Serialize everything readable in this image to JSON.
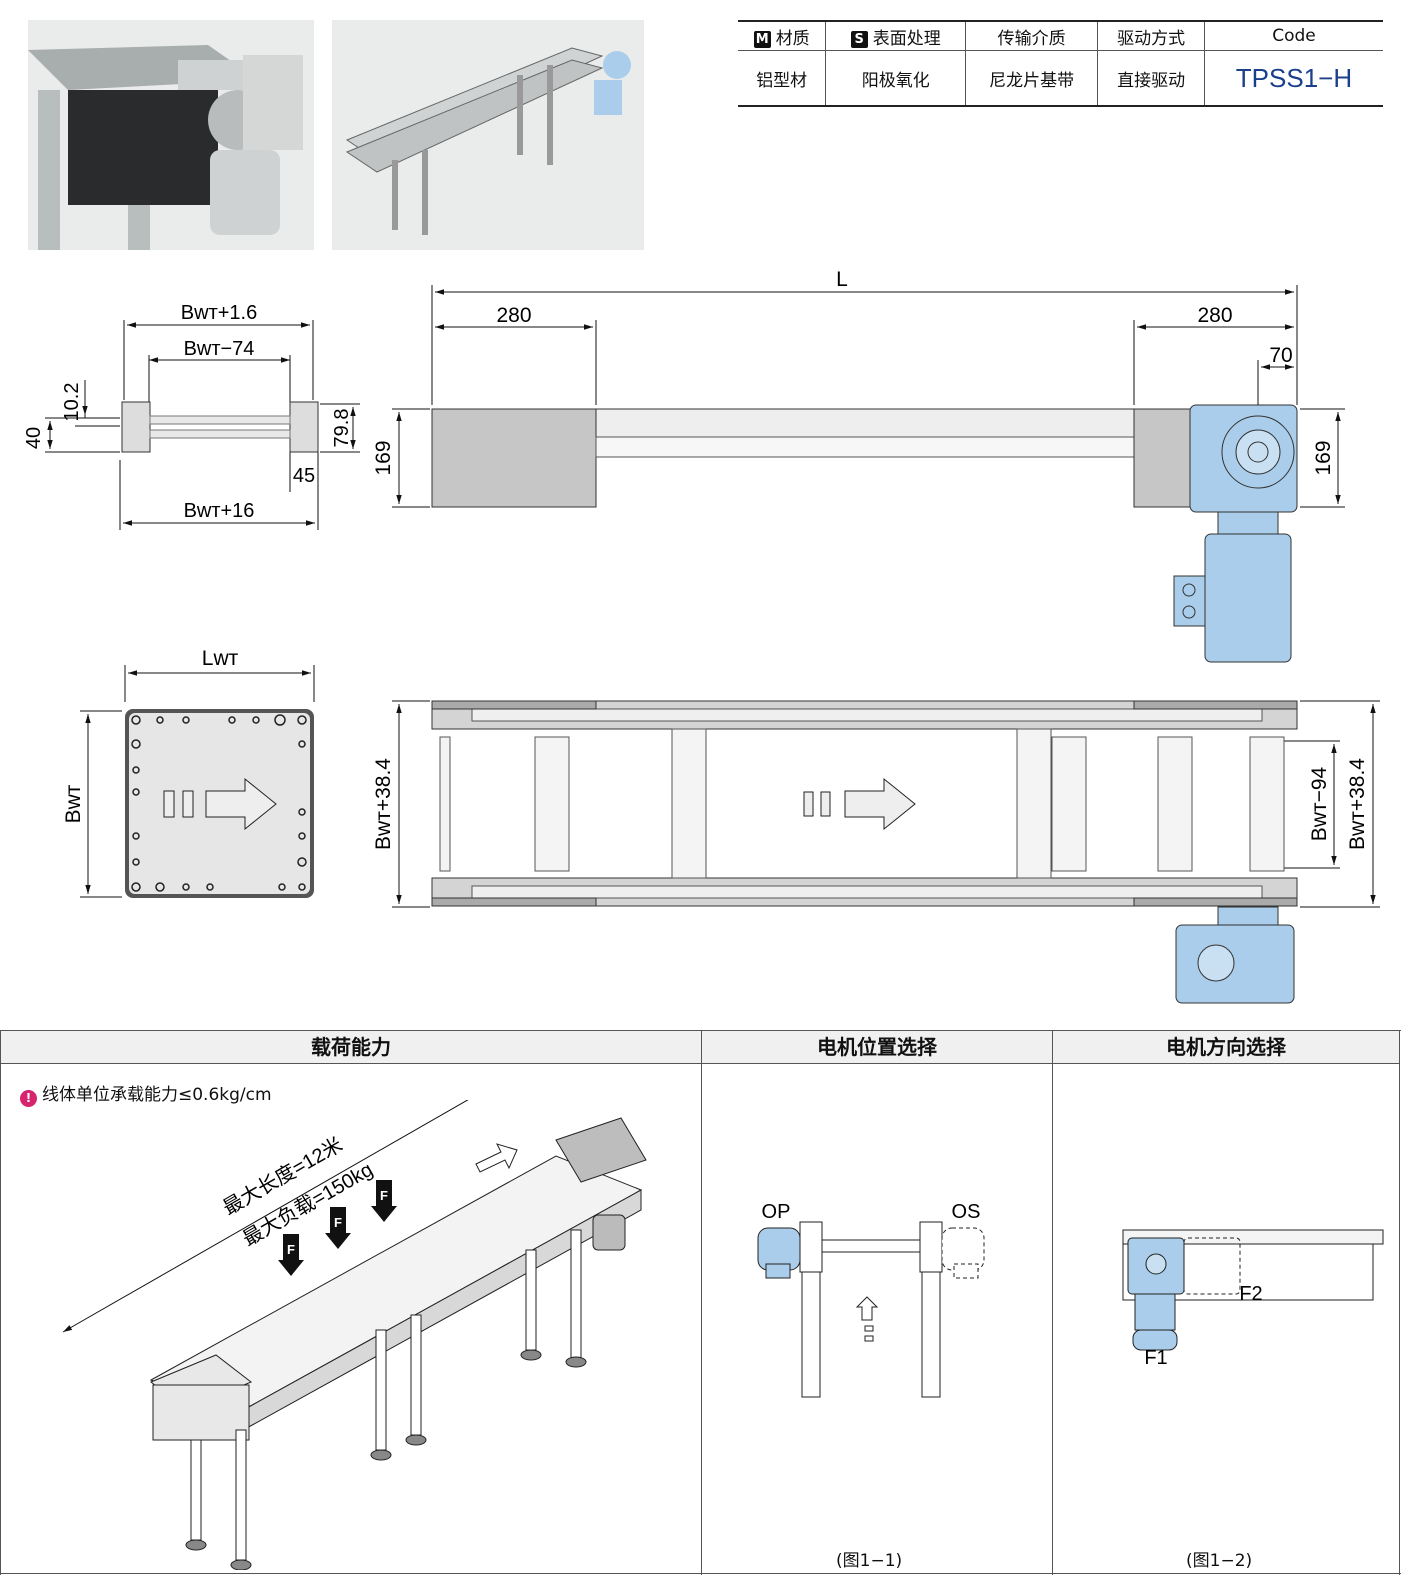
{
  "spec_table": {
    "headers": [
      {
        "badge": "M",
        "label": "材质"
      },
      {
        "badge": "S",
        "label": "表面处理"
      },
      {
        "badge": "",
        "label": "传输介质"
      },
      {
        "badge": "",
        "label": "驱动方式"
      },
      {
        "badge": "",
        "label": "Code"
      }
    ],
    "values": [
      "铝型材",
      "阳极氧化",
      "尼龙片基带",
      "直接驱动",
      "TPSS1−H"
    ],
    "code_color": "#1b3f8b"
  },
  "dims": {
    "L": "L",
    "d280a": "280",
    "d280b": "280",
    "d70": "70",
    "d169a": "169",
    "d169b": "169",
    "bwt16a": "Bwт+1.6",
    "bwt74": "Bwт−74",
    "d102": "10.2",
    "d40": "40",
    "d798": "79.8",
    "d45": "45",
    "bwt16b": "Bwт+16",
    "lwt": "Lwт",
    "bwt": "Bwт",
    "bwt384a": "Bwт+38.4",
    "bwt94": "Bwт−94",
    "bwt384b": "Bwт+38.4"
  },
  "panels": {
    "load": {
      "title": "载荷能力",
      "note": "线体单位承载能力≤0.6kg/cm",
      "max_length": "最大长度=12米",
      "max_load": "最大负载=150kg",
      "force": "F"
    },
    "motor_position": {
      "title": "电机位置选择",
      "op": "OP",
      "os": "OS",
      "caption": "(图1−1)"
    },
    "motor_direction": {
      "title": "电机方向选择",
      "f1": "F1",
      "f2": "F2",
      "caption": "(图1−2)"
    }
  },
  "colors": {
    "motor_blue": "#a9cdea",
    "housing_grey": "#c8c8c8",
    "accent_pink": "#d6246e"
  }
}
